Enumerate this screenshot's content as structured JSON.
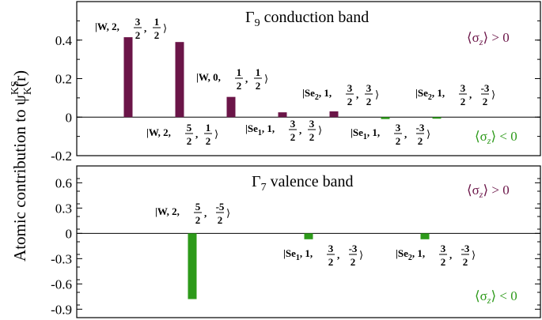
{
  "y_axis_label": "Atomic contribution to ψ",
  "y_axis_label_sup": "KS",
  "y_axis_label_sub": "K",
  "y_axis_label_arg": "(r)",
  "colors": {
    "positive": "#6b1548",
    "negative": "#2d9a1a"
  },
  "chart_data": [
    {
      "type": "bar",
      "title": "Γ",
      "title_sub": "9",
      "title_rest": " conduction band",
      "ylim": [
        -0.2,
        0.6
      ],
      "yticks": [
        "-0.2",
        "0",
        "0.2",
        "0.4"
      ],
      "ytick_values": [
        -0.2,
        0,
        0.2,
        0.4
      ],
      "sign_pos": {
        "open": "⟨σ",
        "sub": "z",
        "close": "⟩ > 0"
      },
      "sign_neg": {
        "open": "⟨σ",
        "sub": "z",
        "close": "⟩ < 0"
      },
      "series": [
        {
          "name": "",
          "points": [
            {
              "x": 1.0,
              "value": 0.415,
              "label": {
                "ket": "|W, ",
                "l": "2",
                "j": [
                  "3",
                  "2"
                ],
                "m": [
                  "1",
                  "2"
                ]
              }
            },
            {
              "x": 1.5,
              "value": 0.39,
              "label": {
                "ket": "|W, ",
                "l": "2",
                "j": [
                  "5",
                  "2"
                ],
                "m": [
                  "1",
                  "2"
                ]
              }
            },
            {
              "x": 2.0,
              "value": 0.105,
              "label": {
                "ket": "|W, ",
                "l": "0",
                "j": [
                  "1",
                  "2"
                ],
                "m": [
                  "1",
                  "2"
                ]
              }
            },
            {
              "x": 2.5,
              "value": 0.025,
              "label": {
                "ket": "|Se",
                "sub": "1",
                "l": "1",
                "j": [
                  "3",
                  "2"
                ],
                "m": [
                  "3",
                  "2"
                ]
              }
            },
            {
              "x": 3.0,
              "value": 0.03,
              "label": {
                "ket": "|Se",
                "sub": "2",
                "l": "1",
                "j": [
                  "3",
                  "2"
                ],
                "m": [
                  "3",
                  "2"
                ]
              }
            },
            {
              "x": 3.5,
              "value": -0.01,
              "label": {
                "ket": "|Se",
                "sub": "1",
                "l": "1",
                "j": [
                  "3",
                  "2"
                ],
                "m": [
                  "-3",
                  "2"
                ]
              }
            },
            {
              "x": 4.0,
              "value": -0.008,
              "label": {
                "ket": "|Se",
                "sub": "2",
                "l": "1",
                "j": [
                  "3",
                  "2"
                ],
                "m": [
                  "-3",
                  "2"
                ]
              }
            }
          ]
        }
      ]
    },
    {
      "type": "bar",
      "title": "Γ",
      "title_sub": "7",
      "title_rest": " valence band",
      "ylim": [
        -1.0,
        0.8
      ],
      "yticks": [
        "-0.9",
        "-0.6",
        "-0.3",
        "0",
        "0.3",
        "0.6"
      ],
      "ytick_values": [
        -0.9,
        -0.6,
        -0.3,
        0,
        0.3,
        0.6
      ],
      "sign_pos": {
        "open": "⟨σ",
        "sub": "z",
        "close": "⟩ > 0"
      },
      "sign_neg": {
        "open": "⟨σ",
        "sub": "z",
        "close": "⟩ < 0"
      },
      "series": [
        {
          "name": "",
          "points": [
            {
              "x": 1.0,
              "value": -0.78,
              "label": {
                "ket": "|W, ",
                "l": "2",
                "j": [
                  "5",
                  "2"
                ],
                "m": [
                  "-5",
                  "2"
                ]
              }
            },
            {
              "x": 2.0,
              "value": -0.07,
              "label": {
                "ket": "|Se",
                "sub": "1",
                "l": "1",
                "j": [
                  "3",
                  "2"
                ],
                "m": [
                  "-3",
                  "2"
                ]
              }
            },
            {
              "x": 3.0,
              "value": -0.07,
              "label": {
                "ket": "|Se",
                "sub": "2",
                "l": "1",
                "j": [
                  "3",
                  "2"
                ],
                "m": [
                  "-3",
                  "2"
                ]
              }
            }
          ]
        }
      ]
    }
  ]
}
